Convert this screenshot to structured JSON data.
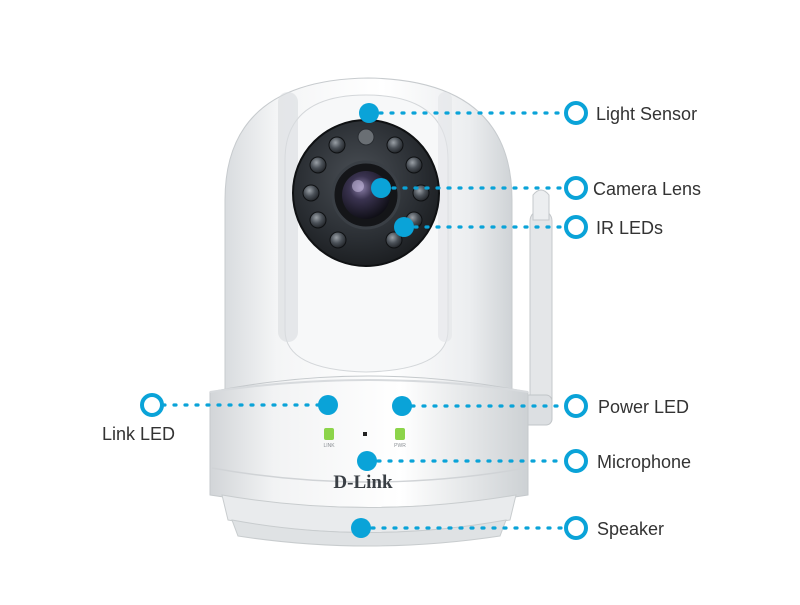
{
  "brand": {
    "logo_text": "D-Link"
  },
  "device_labels": {
    "link": "LINK",
    "power": "PWR"
  },
  "accent_color": "#0aa3d8",
  "callouts": [
    {
      "id": "light-sensor",
      "label": "Light Sensor"
    },
    {
      "id": "camera-lens",
      "label": "Camera Lens"
    },
    {
      "id": "ir-leds",
      "label": "IR LEDs"
    },
    {
      "id": "link-led",
      "label": "Link LED"
    },
    {
      "id": "power-led",
      "label": "Power LED"
    },
    {
      "id": "microphone",
      "label": "Microphone"
    },
    {
      "id": "speaker",
      "label": "Speaker"
    }
  ]
}
